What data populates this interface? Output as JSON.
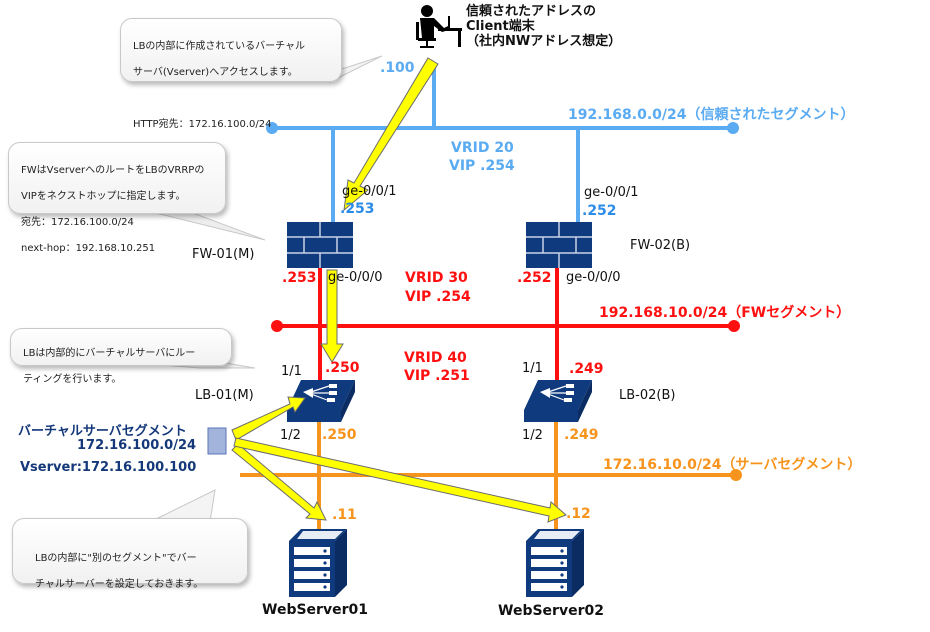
{
  "colors": {
    "trusted_segment": "#5aabf2",
    "fw_segment": "#ff1010",
    "server_segment": "#f7941d",
    "device": "#0f3a7d",
    "arrow_fill": "#ffff00"
  },
  "client": {
    "icon": "person-at-computer-icon",
    "line1": "信頼されたアドレスの",
    "line2": "Client端末",
    "line3": "（社内NWアドレス想定）",
    "ip": ".100"
  },
  "callouts": {
    "http": {
      "line1": "LBの内部に作成されているバーチャル",
      "line2": "サーバ(Vserver)へアクセスします。",
      "line3": "",
      "line4": "HTTP宛先：172.16.100.0/24"
    },
    "fw_route": {
      "line1": "FWはVserverへのルートをLBのVRRPの",
      "line2": "VIPをネクストホップに指定します。",
      "line3": "宛先：172.16.100.0/24",
      "line4": "next-hop：192.168.10.251"
    },
    "lb_routing": {
      "line1": "LBは内部的にバーチャルサーバにルー",
      "line2": "ティングを行います。"
    },
    "lb_segment": {
      "line1": "LBの内部に\"別のセグメント\"でバー",
      "line2": "チャルサーバーを設定しておきます。"
    }
  },
  "segments": {
    "trusted": {
      "label": "192.168.0.0/24（信頼されたセグメント）",
      "vrid": "VRID 20",
      "vip": "VIP .254"
    },
    "fw": {
      "label": "192.168.10.0/24（FWセグメント）",
      "vrid": "VRID 30",
      "vip": "VIP .254"
    },
    "server": {
      "label": "172.16.10.0/24（サーバセグメント）"
    },
    "lb_vrrp": {
      "vrid": "VRID 40",
      "vip": "VIP .251"
    }
  },
  "devices": {
    "fw01": {
      "name": "FW-01(M)",
      "icon": "firewall-icon",
      "upper_if": "ge-0/0/1",
      "upper_ip": ".253",
      "lower_if": "ge-0/0/0",
      "lower_ip": ".253"
    },
    "fw02": {
      "name": "FW-02(B)",
      "icon": "firewall-icon",
      "upper_if": "ge-0/0/1",
      "upper_ip": ".252",
      "lower_if": "ge-0/0/0",
      "lower_ip": ".252"
    },
    "lb01": {
      "name": "LB-01(M)",
      "icon": "load-balancer-icon",
      "upper_port": "1/1",
      "upper_ip": ".250",
      "lower_port": "1/2",
      "lower_ip": ".250"
    },
    "lb02": {
      "name": "LB-02(B)",
      "icon": "load-balancer-icon",
      "upper_port": "1/1",
      "upper_ip": ".249",
      "lower_port": "1/2",
      "lower_ip": ".249"
    },
    "web01": {
      "name": "WebServer01",
      "icon": "server-icon",
      "ip": ".11"
    },
    "web02": {
      "name": "WebServer02",
      "icon": "server-icon",
      "ip": ".12"
    }
  },
  "virtual_server": {
    "title": "バーチャルサーバセグメント",
    "subnet": "172.16.100.0/24",
    "vserver": "Vserver:172.16.100.100",
    "icon": "virtual-server-icon"
  }
}
